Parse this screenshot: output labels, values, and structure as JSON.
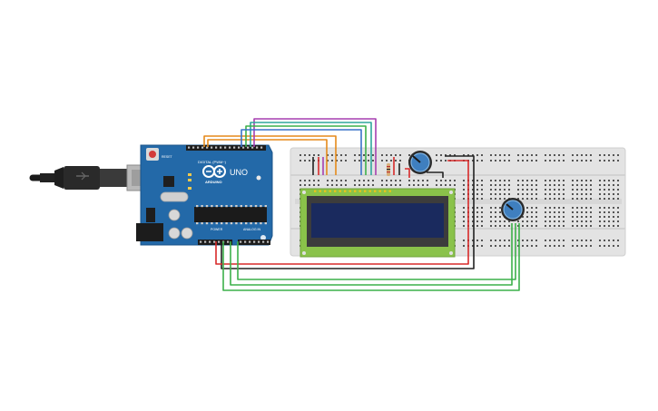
{
  "arduino": {
    "brand": "ARDUINO",
    "model": "UNO",
    "digital_header_label": "DIGITAL (PWM~)",
    "power_label": "POWER",
    "analog_label": "ANALOG IN",
    "reset_label": "RESET"
  },
  "components": {
    "breadboard": "breadboard",
    "lcd": "16x2 LCD",
    "potentiometer_count": 2,
    "resistor_count": 1
  },
  "wire_colors": {
    "orange": "#e58a1b",
    "purple": "#a63fb0",
    "green": "#3cb04a",
    "teal": "#2fa79c",
    "blue": "#3a73c9",
    "red": "#d82a2a",
    "black": "#222222",
    "yellow": "#e8c21c"
  },
  "colors": {
    "board": "#2369a8",
    "breadboard": "#e5e5e5",
    "lcd_frame": "#8ac24a",
    "lcd_screen": "#1a2a5e",
    "pot_knob": "#3f7fbf"
  }
}
